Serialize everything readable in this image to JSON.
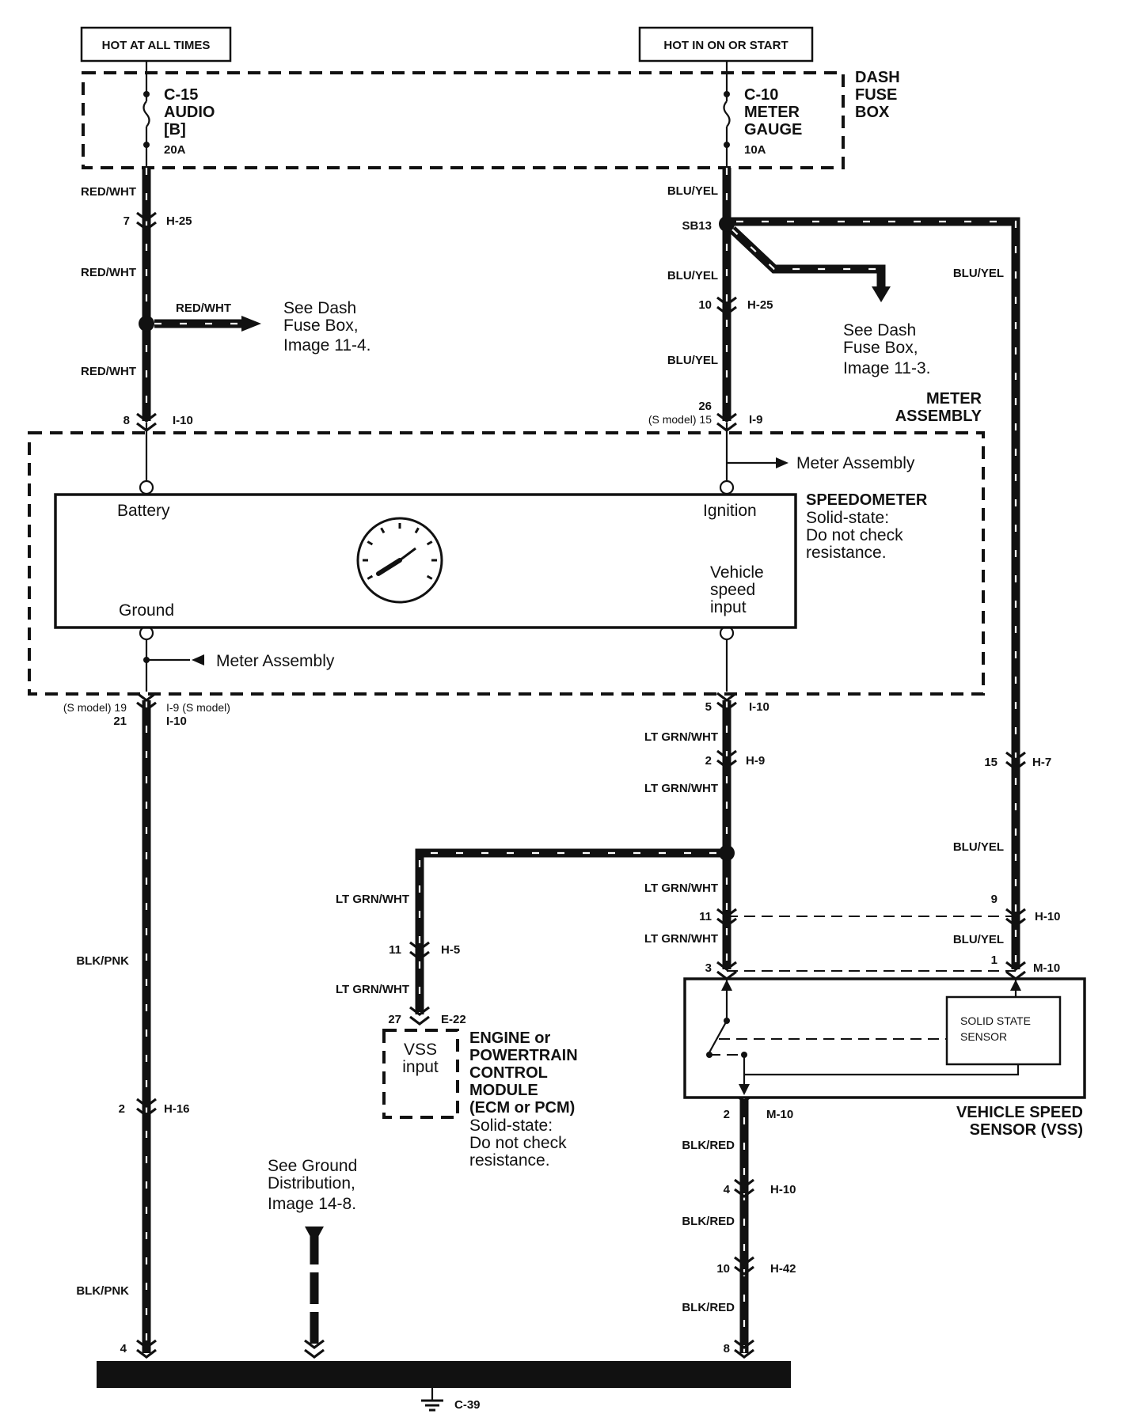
{
  "power": {
    "hot_at_all_times": "HOT AT ALL TIMES",
    "hot_in_on_or_start": "HOT IN ON OR START"
  },
  "fuse_box": {
    "name": [
      "DASH",
      "FUSE",
      "BOX"
    ],
    "fuse_left": {
      "id": "C-15",
      "lines": [
        "AUDIO",
        "[B]"
      ],
      "rating": "20A"
    },
    "fuse_right": {
      "id": "C-10",
      "lines": [
        "METER",
        "GAUGE"
      ],
      "rating": "10A"
    }
  },
  "wires": {
    "red_wht": "RED/WHT",
    "blu_yel": "BLU/YEL",
    "blk_pnk": "BLK/PNK",
    "lt_grn_wht": "LT GRN/WHT",
    "blk_red": "BLK/RED"
  },
  "connectors": {
    "h25_left": {
      "pin": "7",
      "id": "H-25"
    },
    "i10_top": {
      "pin": "8",
      "id": "I-10"
    },
    "sb13": "SB13",
    "h25_right": {
      "pin": "10",
      "id": "H-25"
    },
    "i9_top": {
      "pin_a": "26",
      "pin_b": "(S model) 15",
      "id": "I-9"
    },
    "ground_out": {
      "pin_a": "(S model) 19",
      "pin_b": "21",
      "id_a": "I-9 (S model)",
      "id_b": "I-10"
    },
    "i10_vs": {
      "pin": "5",
      "id": "I-10"
    },
    "h9": {
      "pin": "2",
      "id": "H-9"
    },
    "h7": {
      "pin": "15",
      "id": "H-7"
    },
    "h5": {
      "pin": "11",
      "id": "H-5"
    },
    "e22": {
      "pin": "27",
      "id": "E-22"
    },
    "h10_a": {
      "pin": "11",
      "pin_right": "9",
      "id": "H-10"
    },
    "m10_a": {
      "pin": "3",
      "pin_right": "1",
      "id": "M-10"
    },
    "m10_b": {
      "pin": "2",
      "id": "M-10"
    },
    "h10_b": {
      "pin": "4",
      "id": "H-10"
    },
    "h42": {
      "pin": "10",
      "id": "H-42"
    },
    "h16": {
      "pin": "2",
      "id": "H-16"
    },
    "g_left": {
      "pin": "4"
    },
    "g_right": {
      "pin": "8"
    },
    "ground": "C-39"
  },
  "refs": {
    "dash_fuse_11_4": [
      "See Dash",
      "Fuse Box,",
      "Image 11-4."
    ],
    "dash_fuse_11_3": [
      "See Dash",
      "Fuse Box,",
      "Image 11-3."
    ],
    "ground_14_8": [
      "See Ground",
      "Distribution,",
      "Image 14-8."
    ],
    "meter_assembly_arrow": "Meter Assembly"
  },
  "meter_assembly": {
    "title": [
      "METER",
      "ASSEMBLY"
    ],
    "battery": "Battery",
    "ground": "Ground",
    "ignition": "Ignition",
    "vs_input": [
      "Vehicle",
      "speed",
      "input"
    ]
  },
  "speedometer": {
    "title": "SPEEDOMETER",
    "note": [
      "Solid-state:",
      "Do not check",
      "resistance."
    ]
  },
  "ecm": {
    "input": [
      "VSS",
      "input"
    ],
    "title": [
      "ENGINE or",
      "POWERTRAIN",
      "CONTROL",
      "MODULE",
      "(ECM or PCM)"
    ],
    "note": [
      "Solid-state:",
      "Do not check",
      "resistance."
    ]
  },
  "vss": {
    "sensor": [
      "SOLID STATE",
      "SENSOR"
    ],
    "title": [
      "VEHICLE SPEED",
      "SENSOR (VSS)"
    ]
  }
}
